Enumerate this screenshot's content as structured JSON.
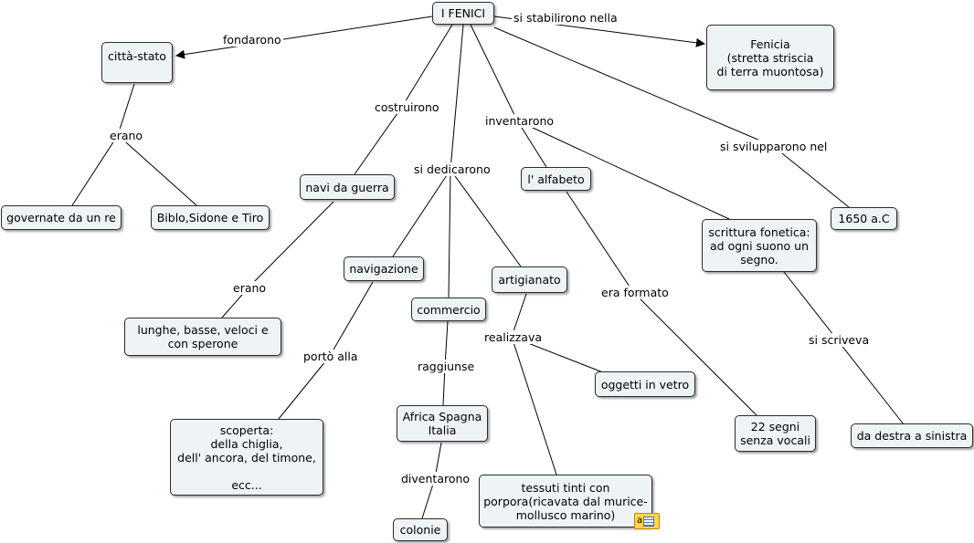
{
  "map": {
    "nodes": {
      "fenici": "I FENICI",
      "citta_stato": "città-stato",
      "fenicia": "Fenicia\n(stretta striscia\ndi terra muontosa)",
      "governate": "governate da un re",
      "biblo": "Biblo,Sidone e Tiro",
      "navi": "navi da guerra",
      "alfabeto": "l' alfabeto",
      "anno": "1650 a.C",
      "scrittura": "scrittura fonetica:\nad ogni suono un\nsegno.",
      "navigazione": "navigazione",
      "artigianato": "artigianato",
      "commercio": "commercio",
      "lunghe": "lunghe, basse,    veloci    e\ncon sperone",
      "oggetti": "oggetti in vetro",
      "segni": "22 segni\nsenza vocali",
      "destra": "da destra a sinistra",
      "africa": "Africa Spagna\nItalia",
      "scoperta": "scoperta:\ndella chiglia,\ndell' ancora, del  timone,\n\necc...",
      "tessuti": "tessuti tinti con\nporpora(ricavata dal murice-\nmollusco marino)",
      "colonie": "colonie"
    },
    "links": {
      "fondarono": "fondarono",
      "stabilirono": "si stabilirono nella",
      "erano1": "erano",
      "costruirono": "costruirono",
      "inventarono": "inventarono",
      "svilupparono": "si svilupparono nel",
      "dedicarono": "si dedicarono",
      "erano2": "erano",
      "realizzava": "realizzava",
      "formato": "era formato",
      "scriveva": "si scriveva",
      "porto": "portò alla",
      "raggiunse": "raggiunse",
      "diventarono": "diventarono"
    },
    "note_icon": "note-icon",
    "colors": {
      "node_fill": "#eef3f6",
      "border": "#2b2b2b",
      "line": "#000000"
    }
  }
}
